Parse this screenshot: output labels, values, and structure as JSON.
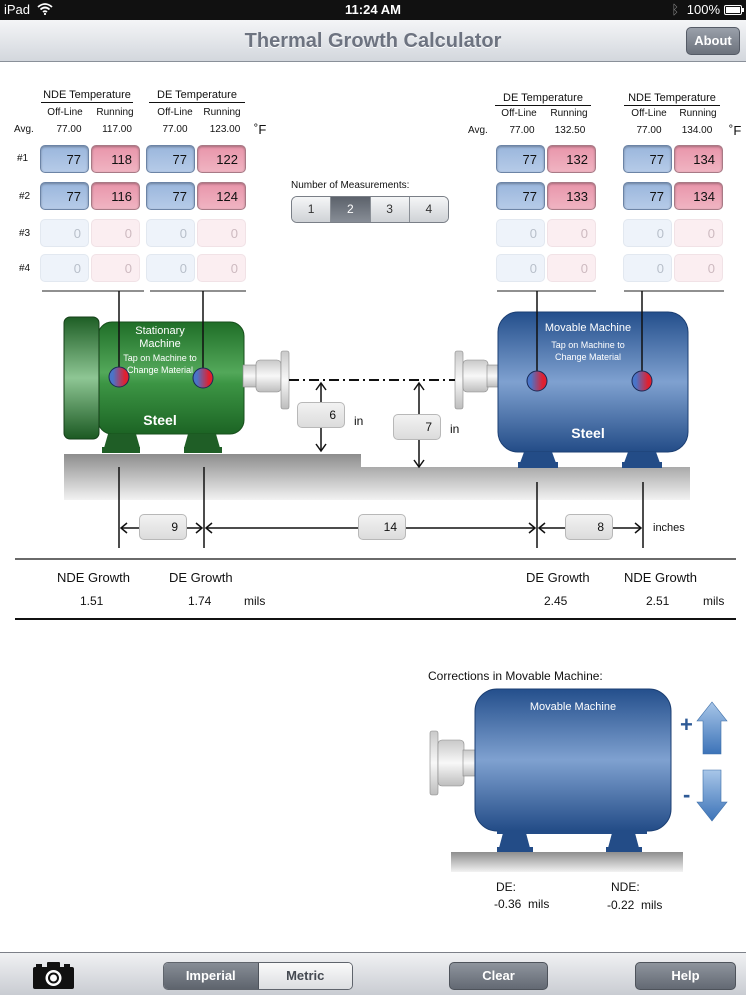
{
  "status_bar": {
    "device": "iPad",
    "time": "11:24 AM",
    "battery": "100%"
  },
  "nav": {
    "title": "Thermal Growth Calculator",
    "about_label": "About"
  },
  "temperature_tables": {
    "sub_labels": {
      "offline": "Off-Line",
      "running": "Running"
    },
    "avg_label": "Avg.",
    "unit": "˚F",
    "row_labels": [
      "#1",
      "#2",
      "#3",
      "#4"
    ],
    "stationary": {
      "nde": {
        "title": "NDE Temperature",
        "avg_offline": "77.00",
        "avg_running": "117.00",
        "offline": [
          "77",
          "77",
          "0",
          "0"
        ],
        "running": [
          "118",
          "116",
          "0",
          "0"
        ]
      },
      "de": {
        "title": "DE Temperature",
        "avg_offline": "77.00",
        "avg_running": "123.00",
        "offline": [
          "77",
          "77",
          "0",
          "0"
        ],
        "running": [
          "122",
          "124",
          "0",
          "0"
        ]
      }
    },
    "movable": {
      "de": {
        "title": "DE Temperature",
        "avg_offline": "77.00",
        "avg_running": "132.50",
        "offline": [
          "77",
          "77",
          "0",
          "0"
        ],
        "running": [
          "132",
          "133",
          "0",
          "0"
        ]
      },
      "nde": {
        "title": "NDE Temperature",
        "avg_offline": "77.00",
        "avg_running": "134.00",
        "offline": [
          "77",
          "77",
          "0",
          "0"
        ],
        "running": [
          "134",
          "134",
          "0",
          "0"
        ]
      }
    }
  },
  "measurements": {
    "label": "Number of Measurements:",
    "options": [
      "1",
      "2",
      "3",
      "4"
    ],
    "selected": "2"
  },
  "stationary_machine": {
    "name_line1": "Stationary",
    "name_line2": "Machine",
    "hint_line1": "Tap on Machine to",
    "hint_line2": "Change Material",
    "material": "Steel",
    "color": "#2f8a35"
  },
  "movable_machine": {
    "name": "Movable Machine",
    "hint_line1": "Tap on Machine to",
    "hint_line2": "Change Material",
    "material": "Steel",
    "color": "#2e5c9e"
  },
  "shaft_heights": {
    "stationary": "6",
    "movable": "7",
    "unit": "in"
  },
  "distances": {
    "stationary_feet": "9",
    "between_machines": "14",
    "movable_feet": "8",
    "unit": "inches"
  },
  "growth": {
    "unit": "mils",
    "stationary_nde_label": "NDE Growth",
    "stationary_nde_value": "1.51",
    "stationary_de_label": "DE Growth",
    "stationary_de_value": "1.74",
    "movable_de_label": "DE Growth",
    "movable_de_value": "2.45",
    "movable_nde_label": "NDE Growth",
    "movable_nde_value": "2.51"
  },
  "corrections": {
    "title": "Corrections in Movable Machine:",
    "machine_name": "Movable Machine",
    "plus": "+",
    "minus": "-",
    "de_label": "DE:",
    "de_value": "-0.36  mils",
    "nde_label": "NDE:",
    "nde_value": "-0.22  mils"
  },
  "toolbar": {
    "camera_icon": "camera-icon",
    "units_options": [
      "Imperial",
      "Metric"
    ],
    "units_selected": "Imperial",
    "clear_label": "Clear",
    "help_label": "Help"
  }
}
